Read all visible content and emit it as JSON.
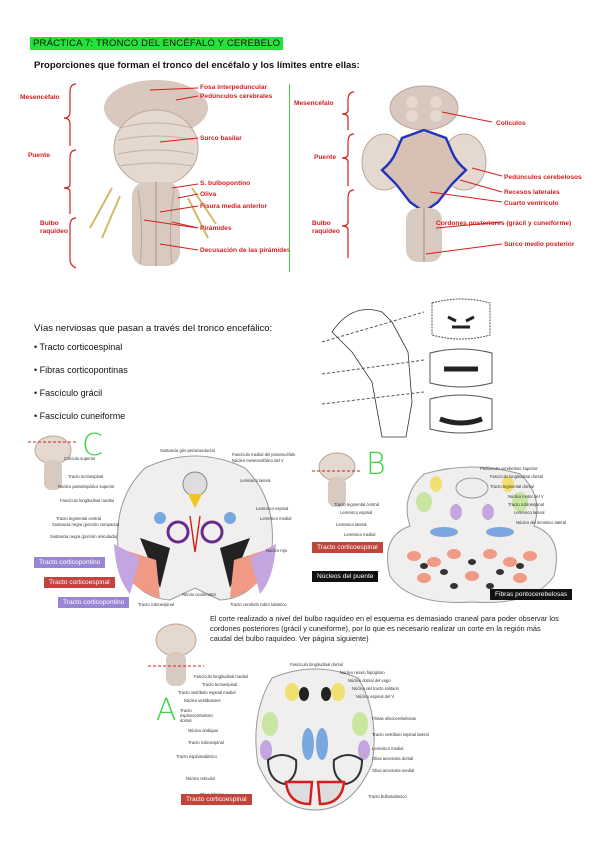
{
  "title": "PRÁCTICA 7: TRONCO DEL ENCÉFALO Y CEREBELO",
  "subtitle": "Proporciones que forman el tronco del encéfalo y los límites entre ellas:",
  "anterior_view": {
    "regions": [
      "Mesencéfalo",
      "Puente",
      "Bulbo raquídeo"
    ],
    "labels": [
      "Fosa interpeduncular",
      "Pedúnculos cerebrales",
      "Surco basilar",
      "S. bulbopontino",
      "Oliva",
      "Fisura media anterior",
      "Pirámides",
      "Decusación de las  pirámides"
    ]
  },
  "posterior_view": {
    "regions": [
      "Mesencéfalo",
      "Puente",
      "Bulbo raquídeo"
    ],
    "labels": [
      "Colículos",
      "Pedúnculos cerebelosos",
      "Recesos laterales",
      "Cuarto ventrículo",
      "Cordones posteriores (grácil y cuneiforme)",
      "Surco medio posterior"
    ]
  },
  "pathways": {
    "heading": "Vías nerviosas que pasan a través del tronco encefálico:",
    "items": [
      "Tracto corticoespinal",
      "Fibras corticopontinas",
      "Fascículo grácil",
      "Fascículo cuneiforme"
    ]
  },
  "section_letters": {
    "a": "A",
    "b": "B",
    "c": "C"
  },
  "section_c": {
    "tags": [
      "Tracto corticopontino",
      "Tracto corticoespinal",
      "Tracto corticopontino"
    ],
    "labels_left": [
      "Colículo superior",
      "Tracto tectoespinal",
      "Núcleo parasimpático superior",
      "Fascículo longitudinal medial",
      "Tracto tegmental central",
      "Sustancia negra (porción compacta)",
      "Sustancia negra (porción reticulada)"
    ],
    "labels_right": [
      "Fascículo medial del prosencéfalo",
      "Núcleo mesencefálico del V",
      "Lemnisco lateral",
      "Lemnisco espinal",
      "Lemnisco medial",
      "Núcleo rojo",
      "Tracto cerebelo rubro talámico"
    ],
    "labels_top": [
      "Sustancia gris periacueductal"
    ],
    "labels_bottom": [
      "Nervio oculomotor",
      "Tracto rubroespinal"
    ]
  },
  "section_b": {
    "tags": [
      "Tracto corticoespinal",
      "Núcleos del puente",
      "Fibras pontocerebelosas"
    ],
    "labels_left": [
      "Tracto tegmental central",
      "Lemnisco espinal",
      "Lemnisco lateral",
      "Lemnisco medial"
    ],
    "labels_right": [
      "Pedúnculo cerebeloso superior",
      "Fascículo longitudinal dorsal",
      "Tracto tegmental dorsal",
      "Núcleo motor del V",
      "Tracto rubroespinal",
      "Lemnisco lateral",
      "Núcleo del lemnisco lateral"
    ]
  },
  "section_a": {
    "note": "El corte realizado a nivel del bulbo raquídeo en el esquema es demasiado craneal para poder observar los cordones posteriores (grácil y cuneiforme), por lo que es necesario realizar un corte en la región más caudal del bulbo raquídeo. Ver página siguiente)",
    "tags": [
      "Tracto corticoespinal"
    ],
    "labels_left": [
      "Fascículo longitudinal medial",
      "Tracto tectoespinal",
      "Tracto vestíbulo espinal medial",
      "Núcleo vestibulares",
      "Tracto espinocerebeloso dorsal",
      "Núcleo ambiguo",
      "Tracto rubroespinal",
      "Tracto espinotalámico",
      "Núcleo reticular",
      "Oliva inferior"
    ],
    "labels_right": [
      "Fascículo longitudinal dorsal",
      "Núcleo nervio hipogloso",
      "Núcleo dorsal del vago",
      "Núcleo del tracto solitario",
      "Núcleo espinal del V",
      "Fibras olivocerebelosas",
      "Tracto vestíbulo espinal lateral",
      "Lemnisco medial",
      "Oliva accesoria dorsal",
      "Oliva accesoria medial",
      "Tracto bulbotalámico"
    ]
  }
}
